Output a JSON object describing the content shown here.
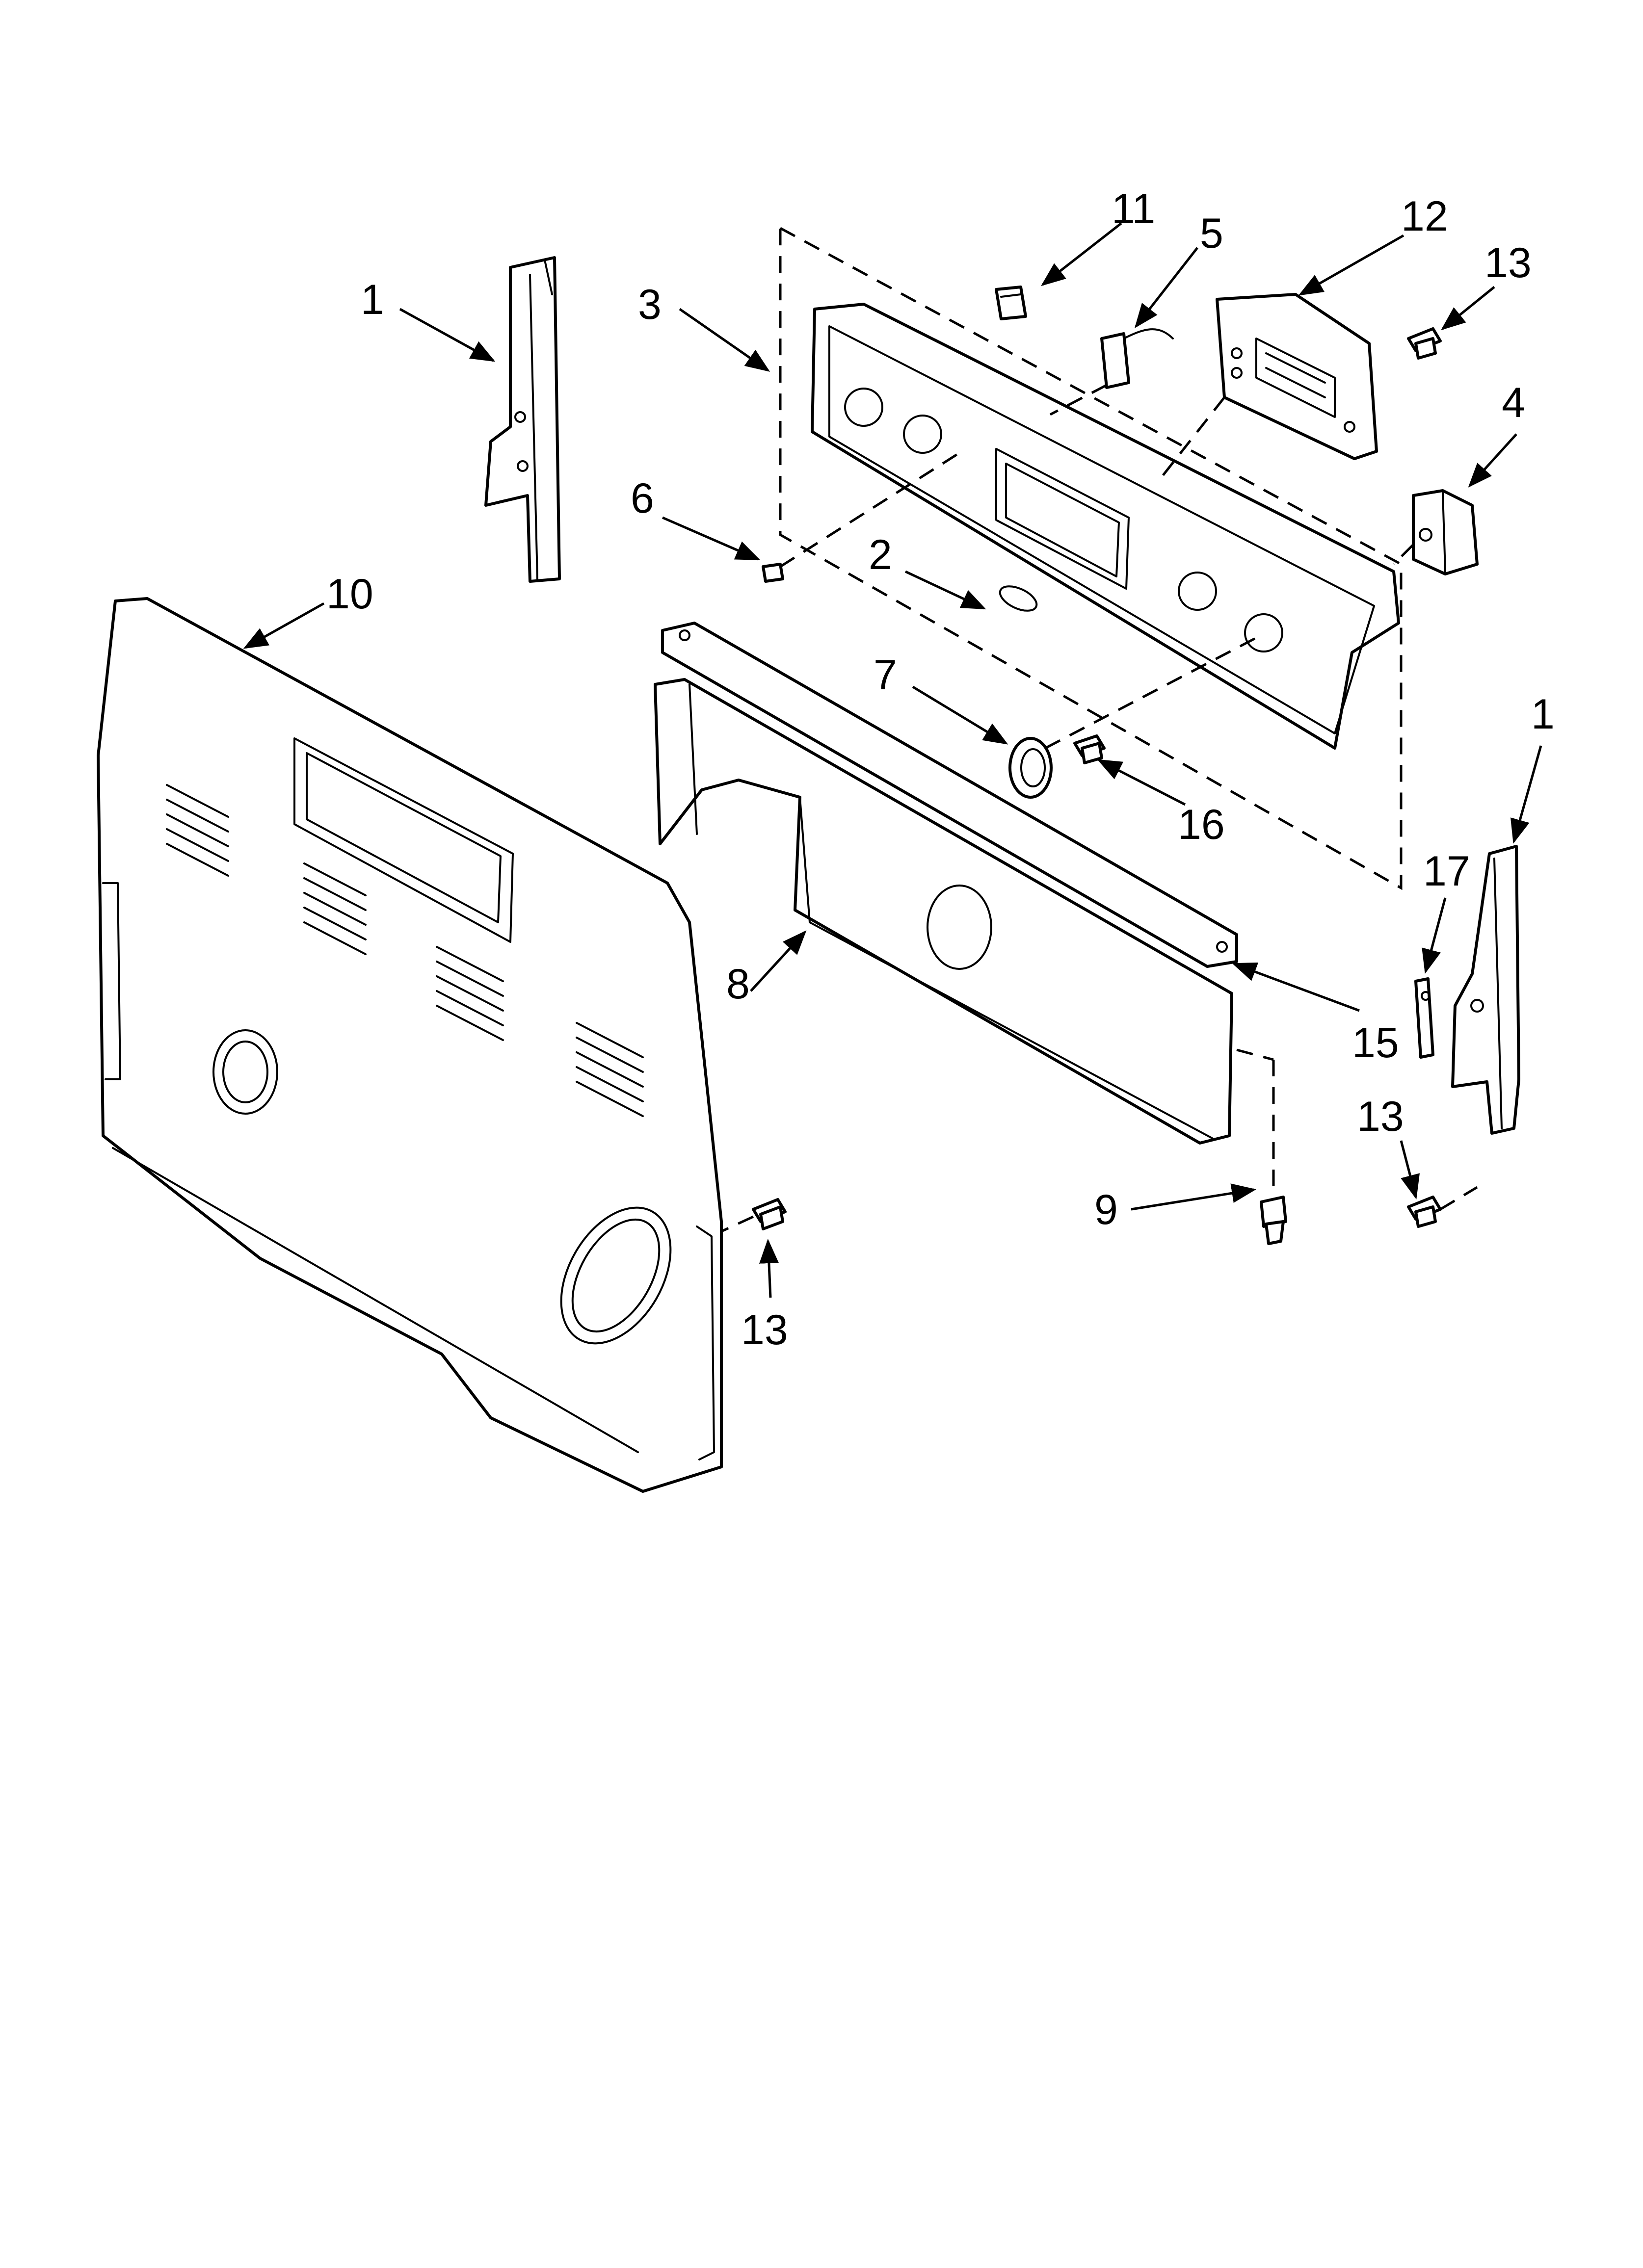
{
  "callouts": {
    "c1a": "1",
    "c1b": "1",
    "c2": "2",
    "c3": "3",
    "c4": "4",
    "c5": "5",
    "c6": "6",
    "c7": "7",
    "c8": "8",
    "c9": "9",
    "c10": "10",
    "c11": "11",
    "c12": "12",
    "c13a": "13",
    "c13b": "13",
    "c13c": "13",
    "c15": "15",
    "c16": "16",
    "c17": "17"
  }
}
